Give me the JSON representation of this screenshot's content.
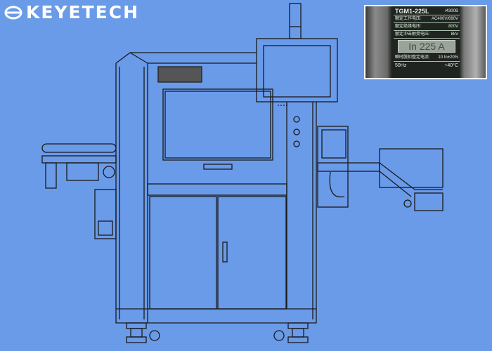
{
  "brand": {
    "name": "KEYETECH",
    "logo_icon": "eye-icon",
    "text_color": "#ffffff"
  },
  "background_color": "#6a9be9",
  "inset_photo": {
    "model": "TGM1-225L",
    "model_suffix": "/4300B",
    "rated_operating_voltage_label": "额定工作电压:",
    "rated_operating_voltage": "AC400V/690V",
    "rated_insulation_voltage_label": "额定绝缘电压:",
    "rated_insulation_voltage": "800V",
    "rated_impulse_voltage_label": "额定冲击耐受电压:",
    "rated_impulse_voltage": "8kV",
    "current_display": "In 225 A",
    "instant_trip_label": "瞬时脱扣整定电流:",
    "instant_trip_value": "10",
    "instant_trip_tolerance": "In±20%",
    "frequency": "50Hz",
    "temperature": "+40°C"
  }
}
